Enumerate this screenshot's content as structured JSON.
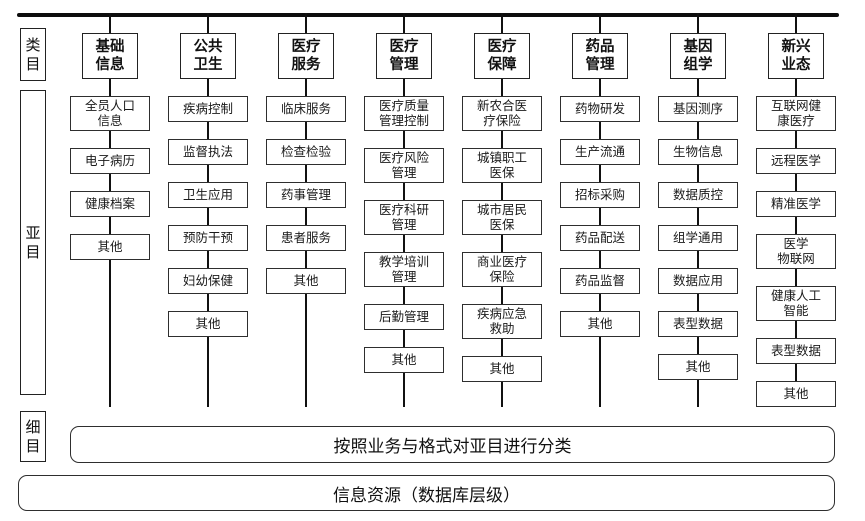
{
  "row_labels": {
    "category": "类目",
    "subcategory": "亚目",
    "detail": "细目"
  },
  "columns": [
    {
      "title": [
        "基础",
        "信息"
      ],
      "items": [
        [
          "全员人口",
          "信息"
        ],
        [
          "电子病历"
        ],
        [
          "健康档案"
        ],
        [
          "其他"
        ]
      ]
    },
    {
      "title": [
        "公共",
        "卫生"
      ],
      "items": [
        [
          "疾病控制"
        ],
        [
          "监督执法"
        ],
        [
          "卫生应用"
        ],
        [
          "预防干预"
        ],
        [
          "妇幼保健"
        ],
        [
          "其他"
        ]
      ]
    },
    {
      "title": [
        "医疗",
        "服务"
      ],
      "items": [
        [
          "临床服务"
        ],
        [
          "检查检验"
        ],
        [
          "药事管理"
        ],
        [
          "患者服务"
        ],
        [
          "其他"
        ]
      ]
    },
    {
      "title": [
        "医疗",
        "管理"
      ],
      "items": [
        [
          "医疗质量",
          "管理控制"
        ],
        [
          "医疗风险",
          "管理"
        ],
        [
          "医疗科研",
          "管理"
        ],
        [
          "教学培训",
          "管理"
        ],
        [
          "后勤管理"
        ],
        [
          "其他"
        ]
      ]
    },
    {
      "title": [
        "医疗",
        "保障"
      ],
      "items": [
        [
          "新农合医",
          "疗保险"
        ],
        [
          "城镇职工",
          "医保"
        ],
        [
          "城市居民",
          "医保"
        ],
        [
          "商业医疗",
          "保险"
        ],
        [
          "疾病应急",
          "救助"
        ],
        [
          "其他"
        ]
      ]
    },
    {
      "title": [
        "药品",
        "管理"
      ],
      "items": [
        [
          "药物研发"
        ],
        [
          "生产流通"
        ],
        [
          "招标采购"
        ],
        [
          "药品配送"
        ],
        [
          "药品监督"
        ],
        [
          "其他"
        ]
      ]
    },
    {
      "title": [
        "基因",
        "组学"
      ],
      "items": [
        [
          "基因测序"
        ],
        [
          "生物信息"
        ],
        [
          "数据质控"
        ],
        [
          "组学通用"
        ],
        [
          "数据应用"
        ],
        [
          "表型数据"
        ],
        [
          "其他"
        ]
      ]
    },
    {
      "title": [
        "新兴",
        "业态"
      ],
      "items": [
        [
          "互联网健",
          "康医疗"
        ],
        [
          "远程医学"
        ],
        [
          "精准医学"
        ],
        [
          "医学",
          "物联网"
        ],
        [
          "健康人工",
          "智能"
        ],
        [
          "表型数据"
        ],
        [
          "其他"
        ]
      ]
    }
  ],
  "footer": {
    "detail_bar": "按照业务与格式对亚目进行分类",
    "resource_bar": "信息资源（数据库层级）"
  },
  "colors": {
    "line": "#0d0d0d",
    "border": "#2e2e2e",
    "text": "#111111",
    "background": "#ffffff"
  }
}
